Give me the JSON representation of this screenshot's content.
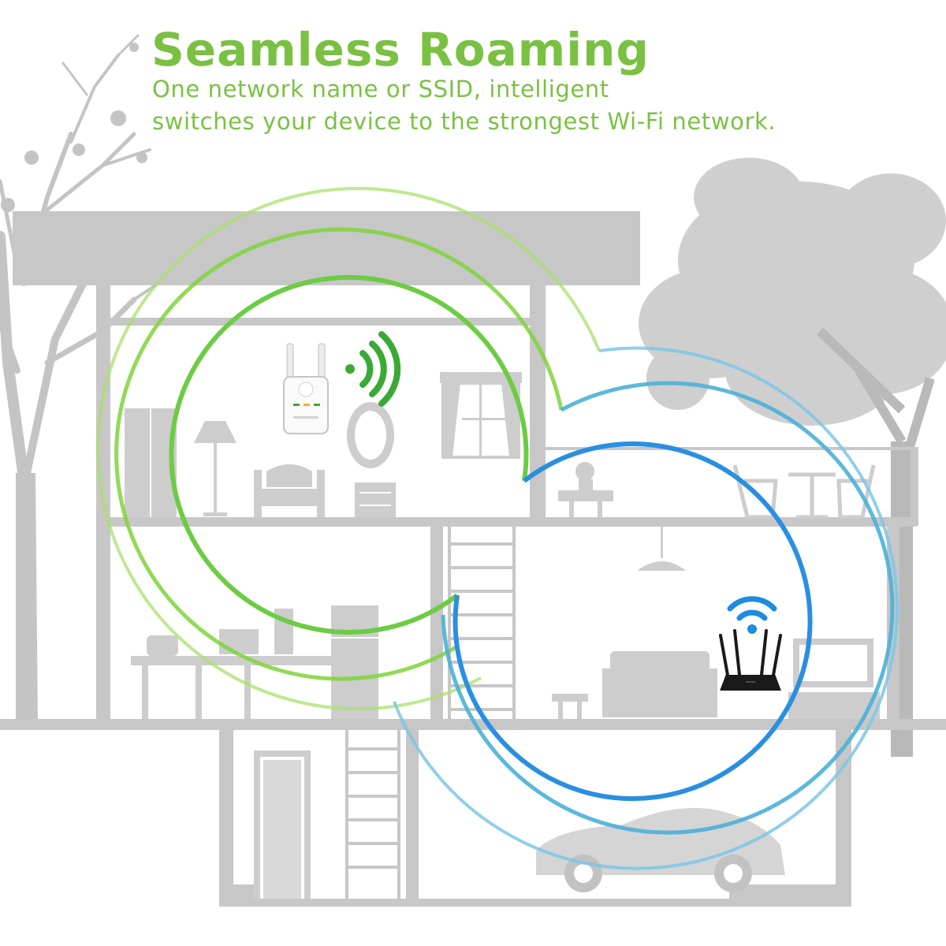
{
  "title": "Seamless Roaming",
  "subtitle_lines": [
    "One network name or SSID, intelligent",
    "switches your device to the strongest Wi-Fi network."
  ],
  "colors": {
    "headline": "#7ac143",
    "house": "#c7c7c7",
    "house_dark": "#b5b5b5",
    "extender_signal": "#3aa935",
    "router_signal": "#1e8ce0",
    "extender_waves": [
      "#a8e06a",
      "#7fd43a",
      "#5bc87a"
    ],
    "router_waves": [
      "#2a8fe0",
      "#4db0e8",
      "#7ec6e8"
    ]
  },
  "devices": [
    {
      "name": "wifi-extender",
      "icon": "extender-icon",
      "signal_icon": "wifi-signal-green-icon"
    },
    {
      "name": "wifi-router",
      "icon": "router-icon",
      "signal_icon": "wifi-signal-blue-icon"
    }
  ]
}
